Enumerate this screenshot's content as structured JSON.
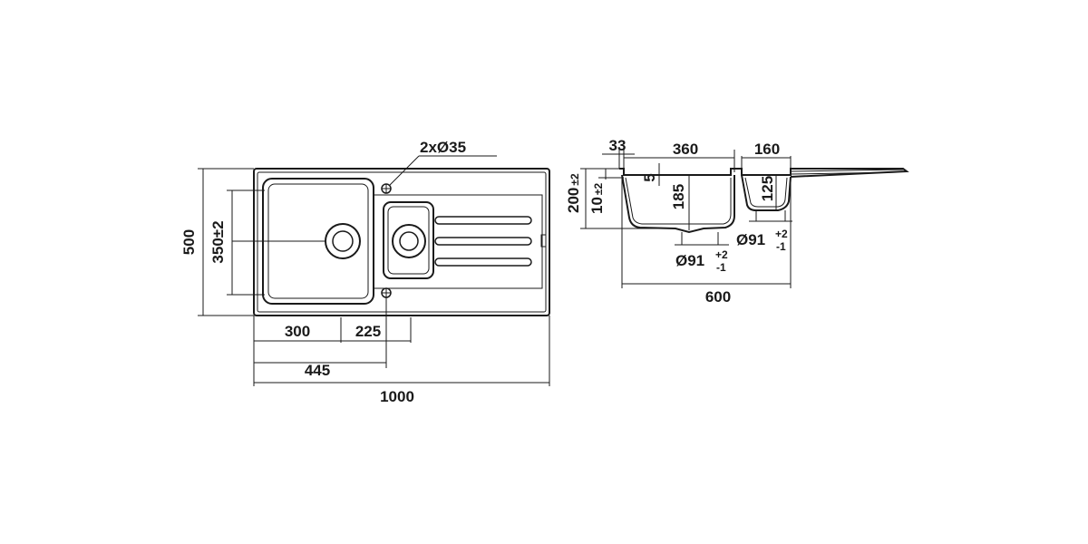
{
  "plan_view": {
    "tap_hole_label": "2xØ35",
    "height_overall": "500",
    "bowl_height": "350±2",
    "bowl_width": "300",
    "small_bowl_width": "225",
    "bowl_area_width": "445",
    "overall_width": "1000"
  },
  "section_view": {
    "rim_width": "33",
    "main_bowl_width": "360",
    "small_bowl_width": "160",
    "rim_depth": "5",
    "main_bowl_depth": "185",
    "small_bowl_depth": "125",
    "overall_height": "200",
    "overall_height_tol": "±2",
    "rim_height": "10",
    "rim_height_tol": "±2",
    "waste_main_dia": "Ø91",
    "waste_main_tol_plus": "+2",
    "waste_main_tol_minus": "-1",
    "waste_small_dia": "Ø91",
    "waste_small_tol_plus": "+2",
    "waste_small_tol_minus": "-1",
    "overall_depth": "600"
  }
}
